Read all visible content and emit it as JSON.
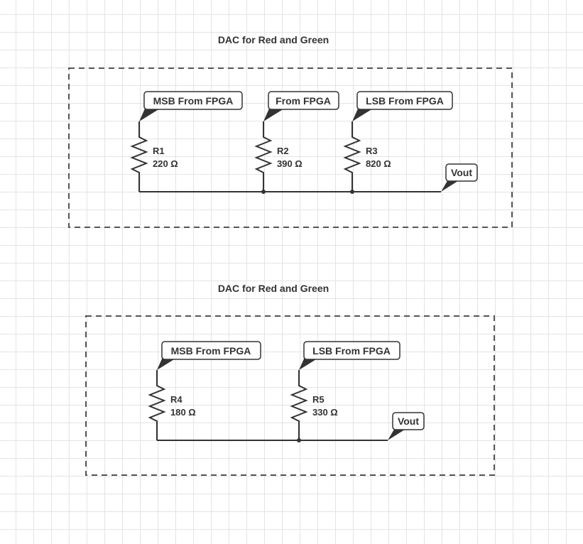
{
  "diagrams": [
    {
      "title": "DAC for Red and Green",
      "inputs": [
        "MSB From FPGA",
        "From FPGA",
        "LSB From FPGA"
      ],
      "resistors": [
        {
          "name": "R1",
          "value": "220 Ω"
        },
        {
          "name": "R2",
          "value": "390 Ω"
        },
        {
          "name": "R3",
          "value": "820 Ω"
        }
      ],
      "output": "Vout"
    },
    {
      "title": "DAC for Red and Green",
      "inputs": [
        "MSB From FPGA",
        "LSB From FPGA"
      ],
      "resistors": [
        {
          "name": "R4",
          "value": "180 Ω"
        },
        {
          "name": "R5",
          "value": "330 Ω"
        }
      ],
      "output": "Vout"
    }
  ],
  "colors": {
    "ink": "#333333",
    "frame": "#555555",
    "grid": "#e4e4e4"
  }
}
